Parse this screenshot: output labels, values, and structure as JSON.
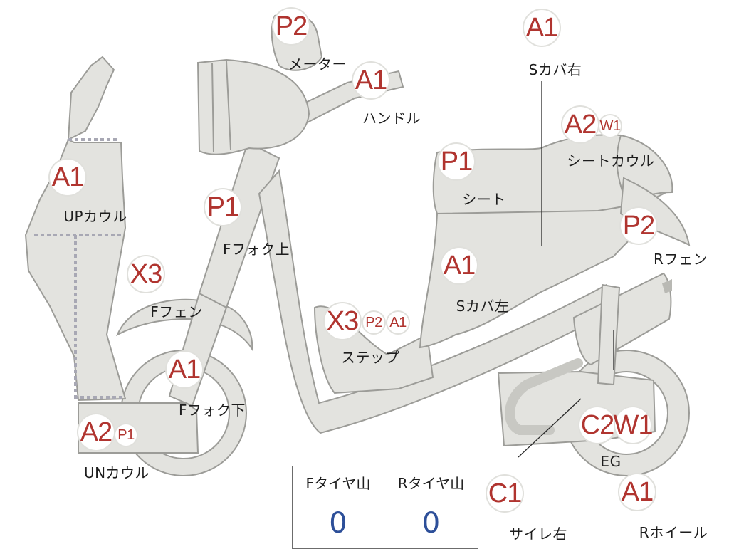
{
  "diagram": {
    "parts": [
      {
        "id": "meter",
        "label": "メーター",
        "codes": [
          "P2"
        ]
      },
      {
        "id": "handle",
        "label": "ハンドル",
        "codes": [
          "A1"
        ]
      },
      {
        "id": "side_cover_right",
        "label": "Sカバ右",
        "codes": [
          "A1"
        ]
      },
      {
        "id": "seat_cowl",
        "label": "シートカウル",
        "codes": [
          "A2",
          "W1"
        ]
      },
      {
        "id": "seat",
        "label": "シート",
        "codes": [
          "P1"
        ]
      },
      {
        "id": "up_cowl",
        "label": "UPカウル",
        "codes": [
          "A1"
        ]
      },
      {
        "id": "front_fork_upper",
        "label": "Fフォク上",
        "codes": [
          "P1"
        ]
      },
      {
        "id": "rear_fender",
        "label": "Rフェン",
        "codes": [
          "P2"
        ]
      },
      {
        "id": "front_fender",
        "label": "Fフェン",
        "codes": [
          "X3"
        ]
      },
      {
        "id": "side_cover_left",
        "label": "Sカバ左",
        "codes": [
          "A1"
        ]
      },
      {
        "id": "step",
        "label": "ステップ",
        "codes": [
          "X3",
          "P2",
          "A1"
        ]
      },
      {
        "id": "front_fork_lower",
        "label": "Fフォク下",
        "codes": [
          "A1"
        ]
      },
      {
        "id": "under_cowl",
        "label": "UNカウル",
        "codes": [
          "A2",
          "P1"
        ]
      },
      {
        "id": "engine",
        "label": "EG",
        "codes": [
          "C2",
          "W1"
        ]
      },
      {
        "id": "muffler_right",
        "label": "サイレ右",
        "codes": [
          "C1"
        ]
      },
      {
        "id": "rear_wheel",
        "label": "Rホイール",
        "codes": [
          "A1"
        ]
      }
    ],
    "tire_table": {
      "headers": [
        "Fタイヤ山",
        "Rタイヤ山"
      ],
      "values": [
        "0",
        "0"
      ]
    }
  }
}
